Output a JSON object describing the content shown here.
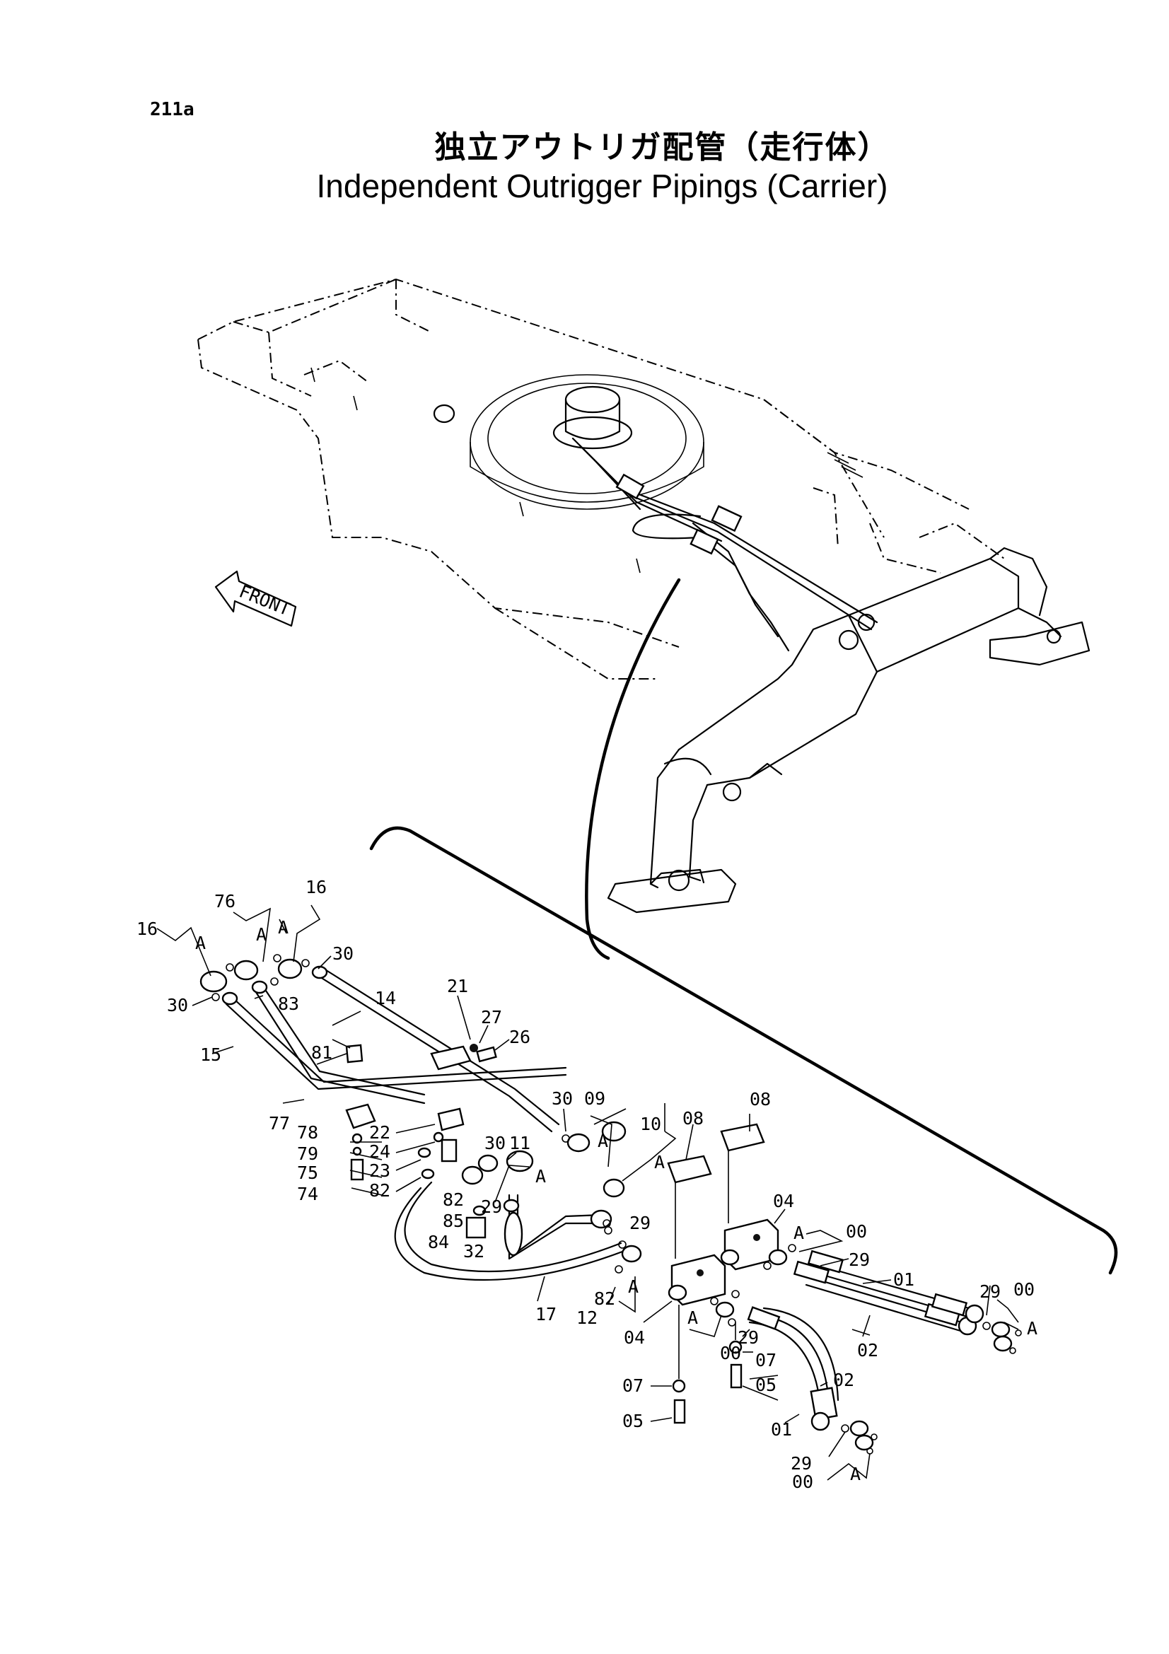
{
  "page_number": "211a",
  "title_jp": "独立アウトリガ配管（走行体）",
  "title_en": "Independent Outrigger Pipings (Carrier)",
  "front_label": "FRONT",
  "callouts": [
    {
      "id": "c1",
      "text": "16"
    },
    {
      "id": "c2",
      "text": "A"
    },
    {
      "id": "c3",
      "text": "76"
    },
    {
      "id": "c4",
      "text": "A"
    },
    {
      "id": "c5",
      "text": "A"
    },
    {
      "id": "c6",
      "text": "16"
    },
    {
      "id": "c7",
      "text": "30"
    },
    {
      "id": "c8",
      "text": "83"
    },
    {
      "id": "c9",
      "text": "30"
    },
    {
      "id": "c10",
      "text": "14"
    },
    {
      "id": "c11",
      "text": "15"
    },
    {
      "id": "c12",
      "text": "21"
    },
    {
      "id": "c13",
      "text": "27"
    },
    {
      "id": "c14",
      "text": "26"
    },
    {
      "id": "c15",
      "text": "81"
    },
    {
      "id": "c16",
      "text": "77"
    },
    {
      "id": "c17",
      "text": "78"
    },
    {
      "id": "c18",
      "text": "22"
    },
    {
      "id": "c19",
      "text": "79"
    },
    {
      "id": "c20",
      "text": "24"
    },
    {
      "id": "c21",
      "text": "75"
    },
    {
      "id": "c22",
      "text": "23"
    },
    {
      "id": "c23",
      "text": "74"
    },
    {
      "id": "c24",
      "text": "82"
    },
    {
      "id": "c25",
      "text": "30"
    },
    {
      "id": "c26",
      "text": "09"
    },
    {
      "id": "c27",
      "text": "A"
    },
    {
      "id": "c28",
      "text": "30"
    },
    {
      "id": "c29",
      "text": "11"
    },
    {
      "id": "c30",
      "text": "A"
    },
    {
      "id": "c31",
      "text": "10"
    },
    {
      "id": "c32",
      "text": "A"
    },
    {
      "id": "c33",
      "text": "08"
    },
    {
      "id": "c34",
      "text": "08"
    },
    {
      "id": "c35",
      "text": "82"
    },
    {
      "id": "c36",
      "text": "85"
    },
    {
      "id": "c37",
      "text": "29"
    },
    {
      "id": "c38",
      "text": "84"
    },
    {
      "id": "c39",
      "text": "32"
    },
    {
      "id": "c40",
      "text": "29"
    },
    {
      "id": "c41",
      "text": "04"
    },
    {
      "id": "c42",
      "text": "A"
    },
    {
      "id": "c43",
      "text": "00"
    },
    {
      "id": "c44",
      "text": "29"
    },
    {
      "id": "c45",
      "text": "01"
    },
    {
      "id": "c46",
      "text": "17"
    },
    {
      "id": "c47",
      "text": "82"
    },
    {
      "id": "c48",
      "text": "12"
    },
    {
      "id": "c49",
      "text": "A"
    },
    {
      "id": "c50",
      "text": "04"
    },
    {
      "id": "c51",
      "text": "A"
    },
    {
      "id": "c52",
      "text": "29"
    },
    {
      "id": "c53",
      "text": "00"
    },
    {
      "id": "c54",
      "text": "07"
    },
    {
      "id": "c55",
      "text": "02"
    },
    {
      "id": "c56",
      "text": "29"
    },
    {
      "id": "c57",
      "text": "00"
    },
    {
      "id": "c58",
      "text": "A"
    },
    {
      "id": "c59",
      "text": "05"
    },
    {
      "id": "c60",
      "text": "02"
    },
    {
      "id": "c61",
      "text": "07"
    },
    {
      "id": "c62",
      "text": "05"
    },
    {
      "id": "c63",
      "text": "01"
    },
    {
      "id": "c64",
      "text": "29"
    },
    {
      "id": "c65",
      "text": "00"
    },
    {
      "id": "c66",
      "text": "A"
    }
  ]
}
